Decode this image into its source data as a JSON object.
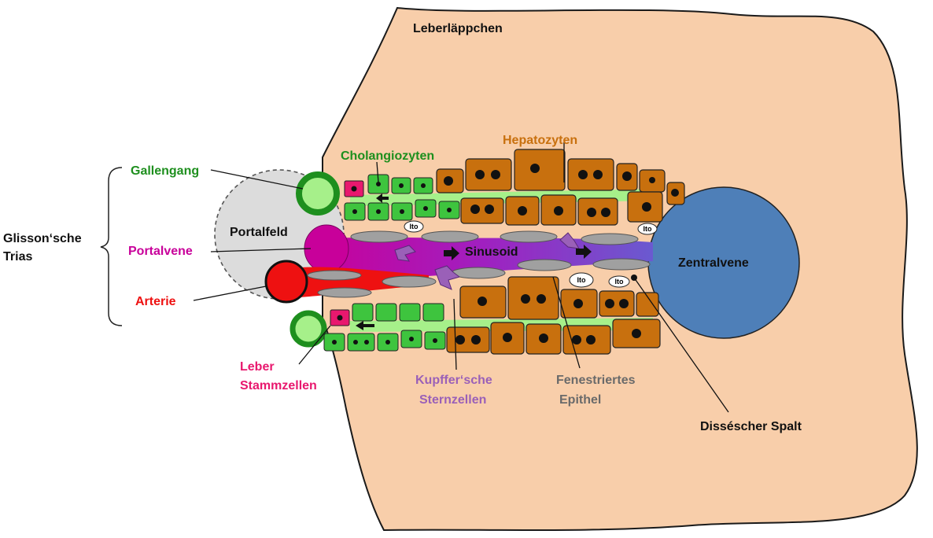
{
  "labels": {
    "leberlaeppchen": "Leberläppchen",
    "hepatozyten": "Hepatozyten",
    "cholangiozyten": "Cholangiozyten",
    "gallengang": "Gallengang",
    "glisson_line1": "Glisson‘sche",
    "glisson_line2": "Trias",
    "portalfeld": "Portalfeld",
    "portalvene": "Portalvene",
    "arterie": "Arterie",
    "sinusoid": "Sinusoid",
    "zentralvene": "Zentralvene",
    "leber_line1": "Leber",
    "leber_line2": "Stammzellen",
    "kupffer_line1": "Kupffer‘sche",
    "kupffer_line2": "Sternzellen",
    "fenestriert_line1": "Fenestriertes",
    "fenestriert_line2": "Epithel",
    "disse": "Disséscher Spalt",
    "ito": "Ito"
  },
  "colors": {
    "lobule": "#f8ceaa",
    "portal_field": "#dcdcdc",
    "hepatocyte": "#c8700e",
    "cholangiocyte": "#3ec43e",
    "bile_duct": "#1e8f1e",
    "bile_lumen": "#a6f08a",
    "stem_cell": "#e8186e",
    "portal_vein": "#c8009a",
    "artery": "#ee1111",
    "central_vein": "#4e7fb8",
    "endothelium": "#a0a0a0",
    "kupffer": "#9a60b8",
    "green_label": "#1e8f1e",
    "orange_label": "#c8700e",
    "magenta_label": "#c8009a",
    "red_label": "#ee1111",
    "pink_label": "#e8186e",
    "purple_label": "#9a60b8",
    "gray_label": "#6a6a6a"
  }
}
